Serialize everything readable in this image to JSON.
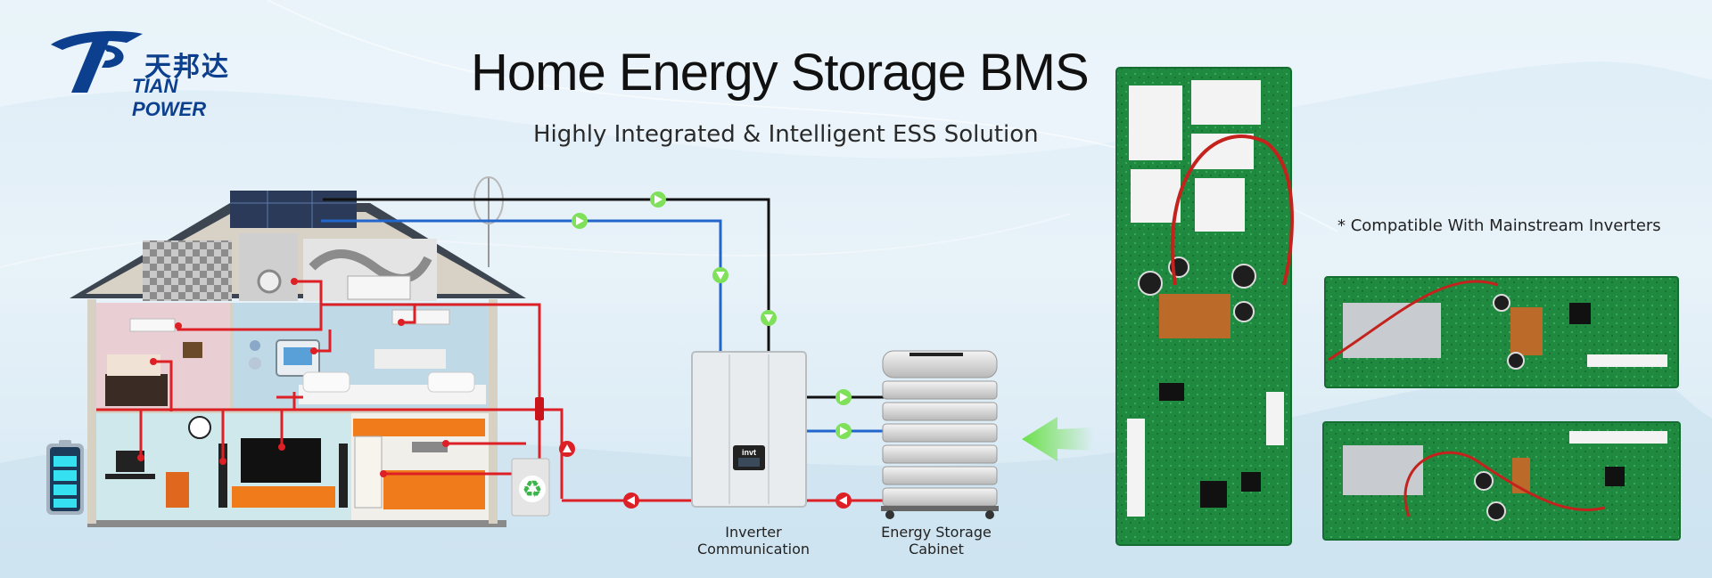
{
  "brand": {
    "chinese_name": "天邦达",
    "english_name": "TIAN POWER",
    "color": "#0d3f8f"
  },
  "header": {
    "title": "Home Energy Storage BMS",
    "subtitle": "Highly Integrated & Intelligent ESS Solution"
  },
  "notes": {
    "compatibility": "* Compatible With Mainstream Inverters"
  },
  "labels": {
    "inverter": [
      "Inverter",
      "Communication"
    ],
    "cabinet": [
      "Energy Storage",
      "Cabinet"
    ]
  },
  "inverter": {
    "brand_text": "invt"
  },
  "colors": {
    "line_black": "#111111",
    "line_blue": "#2266cc",
    "line_red": "#dd1f26",
    "arrow_green": "#7fe05a",
    "pcb_green": "#1f8a3f"
  },
  "icons": [
    "battery-icon",
    "recycle-icon",
    "flow-arrow-icon",
    "inverter-display-icon"
  ]
}
